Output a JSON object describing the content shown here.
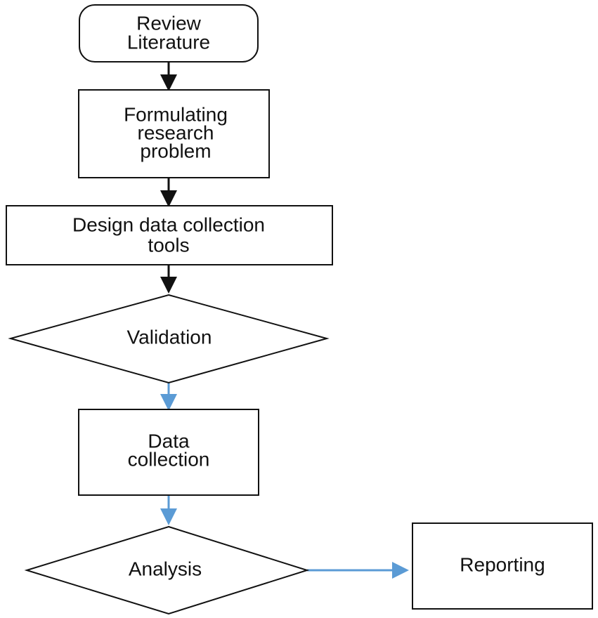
{
  "diagram": {
    "colors": {
      "black_arrow": "#111111",
      "blue_arrow": "#5b9bd5",
      "node_border": "#111111"
    },
    "nodes": {
      "review_literature": {
        "shape": "rounded-rectangle",
        "lines": [
          "Review",
          "Literature"
        ]
      },
      "formulating_research_problem": {
        "shape": "rectangle",
        "lines": [
          "Formulating",
          "research",
          "problem"
        ]
      },
      "design_data_collection_tools": {
        "shape": "rectangle",
        "lines": [
          "Design data collection",
          "tools"
        ]
      },
      "validation": {
        "shape": "diamond",
        "lines": [
          "Validation"
        ]
      },
      "data_collection": {
        "shape": "rectangle",
        "lines": [
          "Data",
          "collection"
        ]
      },
      "analysis": {
        "shape": "diamond",
        "lines": [
          "Analysis"
        ]
      },
      "reporting": {
        "shape": "rectangle",
        "lines": [
          "Reporting"
        ]
      }
    },
    "edges": [
      {
        "from": "Review Literature",
        "to": "Formulating research problem",
        "color": "black"
      },
      {
        "from": "Formulating research problem",
        "to": "Design data collection tools",
        "color": "black"
      },
      {
        "from": "Design data collection tools",
        "to": "Validation",
        "color": "black"
      },
      {
        "from": "Validation",
        "to": "Data collection",
        "color": "blue"
      },
      {
        "from": "Data collection",
        "to": "Analysis",
        "color": "blue"
      },
      {
        "from": "Analysis",
        "to": "Reporting",
        "color": "blue"
      }
    ]
  }
}
